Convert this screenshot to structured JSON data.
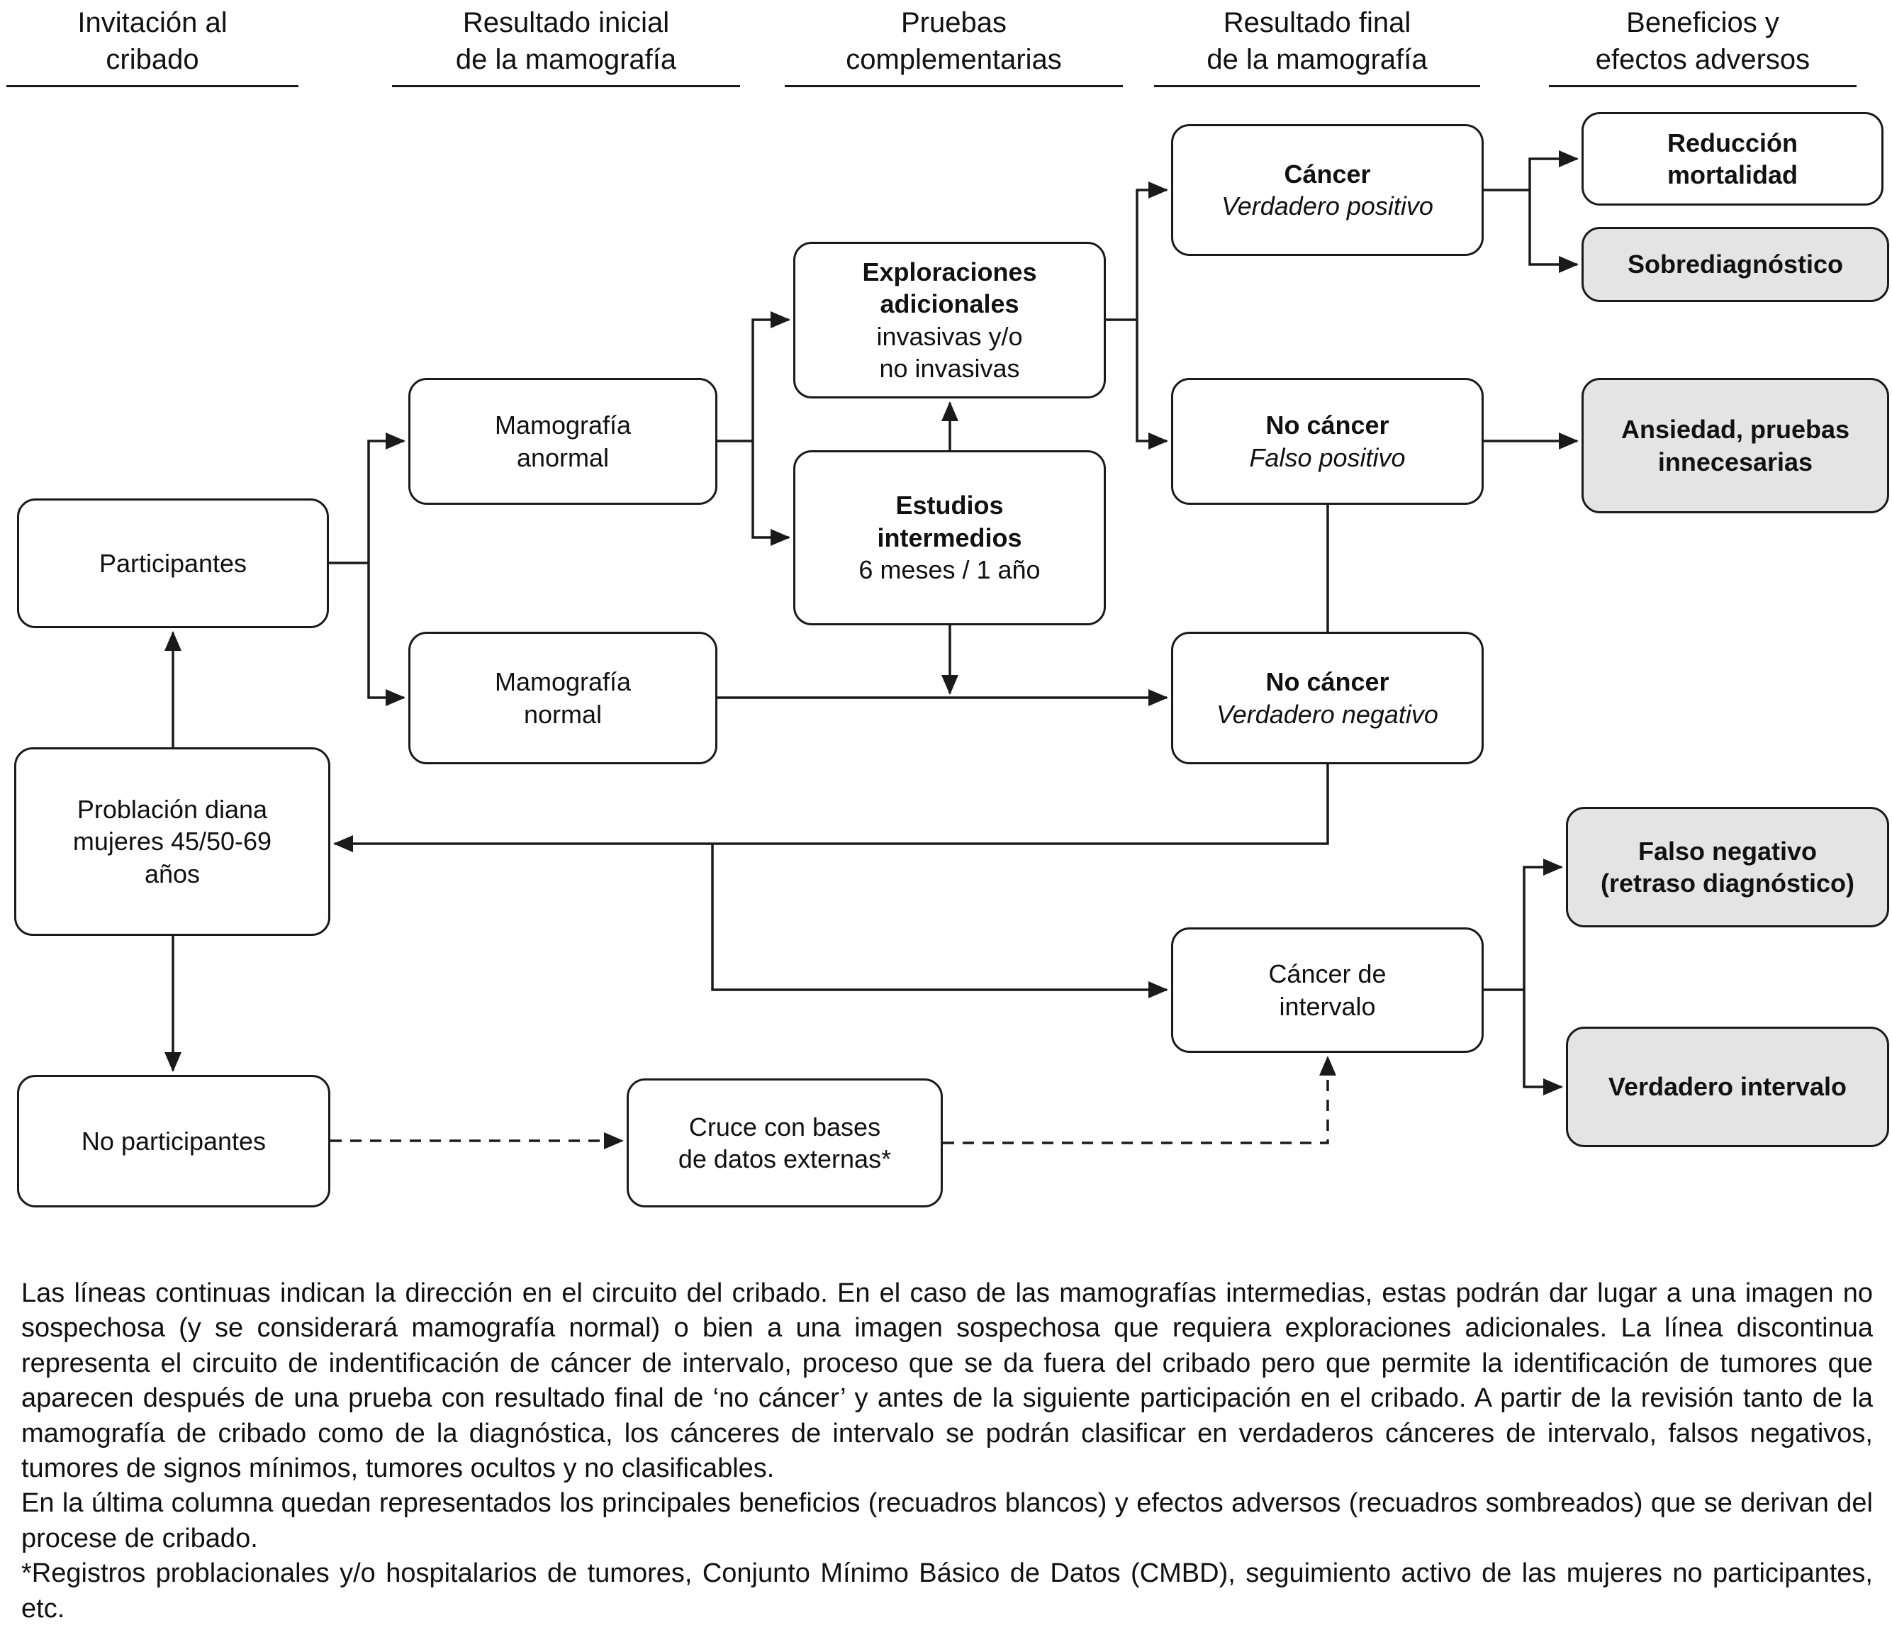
{
  "diagram": {
    "headers": [
      {
        "label": "Invitación al\ncribado"
      },
      {
        "label": "Resultado inicial\nde la mamografía"
      },
      {
        "label": "Pruebas\ncomplementarias"
      },
      {
        "label": "Resultado final\nde la mamografía"
      },
      {
        "label": "Beneficios y\nefectos adversos"
      }
    ],
    "boxes": {
      "participantes": {
        "text": "Participantes"
      },
      "poblacion": {
        "text": "Problación diana\nmujeres 45/50-69\naños"
      },
      "no_participantes": {
        "text": "No participantes"
      },
      "mam_anormal": {
        "text": "Mamografía\nanormal"
      },
      "mam_normal": {
        "text": "Mamografía\nnormal"
      },
      "exploraciones": {
        "title": "Exploraciones\nadicionales",
        "subtitle": "invasivas y/o\nno invasivas"
      },
      "estudios": {
        "title": "Estudios\nintermedios",
        "subtitle": "6 meses / 1 año"
      },
      "cruce": {
        "text": "Cruce con bases\nde datos externas*"
      },
      "cancer_vp": {
        "line1": "Cáncer",
        "line2": "Verdadero positivo"
      },
      "nocancer_fp": {
        "line1": "No cáncer",
        "line2": "Falso positivo"
      },
      "nocancer_vn": {
        "line1": "No cáncer",
        "line2": "Verdadero negativo"
      },
      "intervalo": {
        "text": "Cáncer de\nintervalo"
      },
      "reduccion": {
        "text": "Reducción\nmortalidad"
      },
      "sobrediagnostico": {
        "text": "Sobrediagnóstico"
      },
      "ansiedad": {
        "text": "Ansiedad, pruebas\ninnecesarias"
      },
      "falso_negativo": {
        "text": "Falso negativo\n(retraso diagnóstico)"
      },
      "verdadero_intervalo": {
        "text": "Verdadero intervalo"
      }
    },
    "colors": {
      "line": "#1a1a1a",
      "box_border": "#1a1a1a",
      "shaded_fill": "#e4e4e4"
    }
  },
  "footnote": {
    "p1": "Las líneas continuas indican la dirección en el circuito del cribado. En el caso de las mamografías intermedias, estas podrán dar lugar a una imagen no sospechosa (y se considerará mamografía normal) o bien a una imagen sospechosa que requiera exploraciones adicionales. La línea discontinua representa el circuito de indentificación de cáncer de intervalo, proceso que se da fuera del cribado pero que permite la identificación de tumores que aparecen después de una prueba con resultado final de ‘no cáncer’ y antes de la siguiente participación en el cribado. A partir de la revisión tanto de la mamografía de cribado como de la diagnóstica, los cánceres de intervalo se podrán clasificar en verdaderos cánceres de intervalo, falsos negativos, tumores de signos mínimos, tumores ocultos y no clasificables.",
    "p2": "En la última columna quedan representados los principales beneficios (recuadros blancos) y efectos adversos (recuadros sombreados) que se derivan del procese de cribado.",
    "p3": "*Registros problacionales y/o hospitalarios de tumores, Conjunto Mínimo Básico de Datos (CMBD), seguimiento activo de las mujeres no participantes, etc."
  }
}
